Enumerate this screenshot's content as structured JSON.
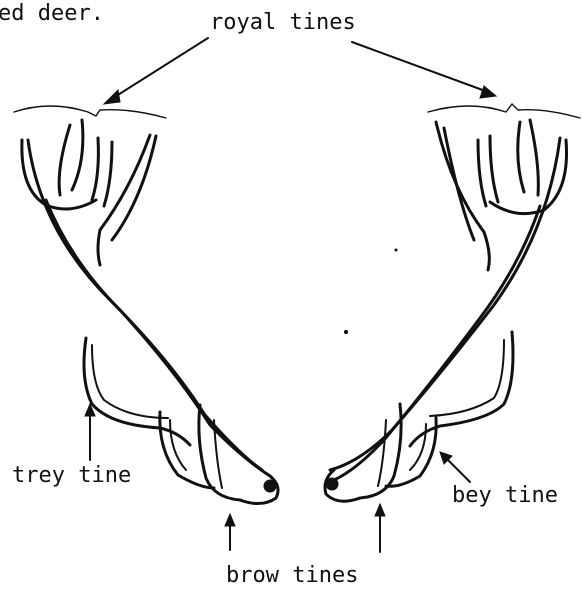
{
  "caption_fragment": "ed deer.",
  "labels": {
    "royal_tines": "royal tines",
    "trey_tine": "trey tine",
    "bey_tine": "bey tine",
    "brow_tines": "brow tines"
  },
  "colors": {
    "ink": "#111111",
    "background": "#ffffff"
  }
}
